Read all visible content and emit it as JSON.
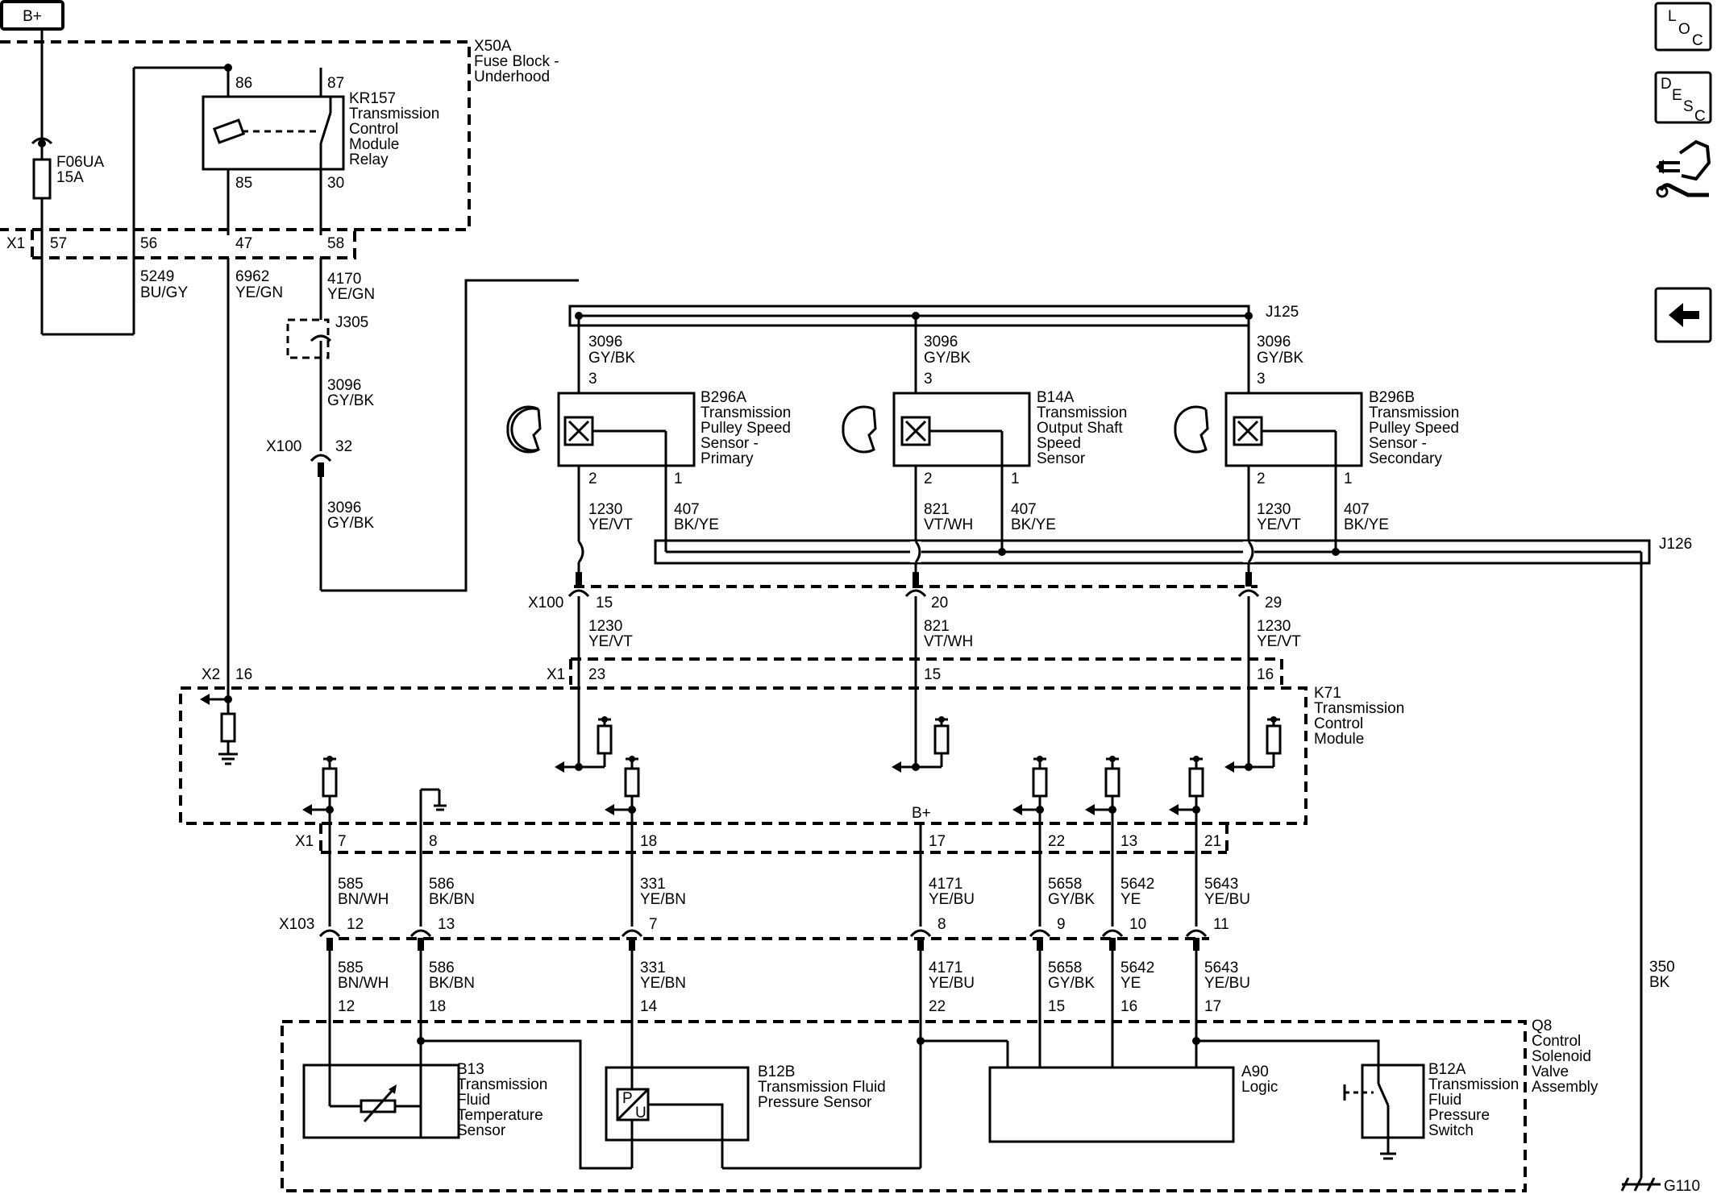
{
  "power_tag": "B+",
  "fuse_block": {
    "ref": "X50A",
    "name_lines": [
      "Fuse Block -",
      "Underhood"
    ],
    "fuse_ref": "F06UA",
    "fuse_rating": "15A",
    "relay_ref": "KR157",
    "relay_name_lines": [
      "Transmission",
      "Control",
      "Module",
      "Relay"
    ],
    "relay_pins": [
      "86",
      "87",
      "85",
      "30"
    ]
  },
  "x1_top": {
    "ref": "X1",
    "pins": [
      "57",
      "56",
      "47",
      "58"
    ]
  },
  "wires_top": [
    {
      "num": "5249",
      "color": "BU/GY"
    },
    {
      "num": "6962",
      "color": "YE/GN"
    },
    {
      "num": "4170",
      "color": "YE/GN"
    }
  ],
  "j305": "J305",
  "j305_out": {
    "num": "3096",
    "color": "GY/BK"
  },
  "x100_a": {
    "ref": "X100",
    "pin": "32"
  },
  "x100_a_out": {
    "num": "3096",
    "color": "GY/BK"
  },
  "j125": "J125",
  "j126": "J126",
  "sensors": [
    {
      "ref": "B296A",
      "name_lines": [
        "Transmission",
        "Pulley Speed",
        "Sensor -",
        "Primary"
      ],
      "in_num": "3096",
      "in_color": "GY/BK",
      "pin_top": "3",
      "pin_a": "2",
      "pin_b": "1",
      "sig_num": "1230",
      "sig_color": "YE/VT",
      "low_num": "407",
      "low_color": "BK/YE"
    },
    {
      "ref": "B14A",
      "name_lines": [
        "Transmission",
        "Output Shaft",
        "Speed",
        "Sensor"
      ],
      "in_num": "3096",
      "in_color": "GY/BK",
      "pin_top": "3",
      "pin_a": "2",
      "pin_b": "1",
      "sig_num": "821",
      "sig_color": "VT/WH",
      "low_num": "407",
      "low_color": "BK/YE"
    },
    {
      "ref": "B296B",
      "name_lines": [
        "Transmission",
        "Pulley Speed",
        "Sensor -",
        "Secondary"
      ],
      "in_num": "3096",
      "in_color": "GY/BK",
      "pin_top": "3",
      "pin_a": "2",
      "pin_b": "1",
      "sig_num": "1230",
      "sig_color": "YE/VT",
      "low_num": "407",
      "low_color": "BK/YE"
    }
  ],
  "x100_b": {
    "ref": "X100",
    "pins": [
      "15",
      "20",
      "29"
    ]
  },
  "x100_b_wires": [
    {
      "num": "1230",
      "color": "YE/VT"
    },
    {
      "num": "821",
      "color": "VT/WH"
    },
    {
      "num": "1230",
      "color": "YE/VT"
    }
  ],
  "x1_mid": {
    "ref": "X1",
    "pins": [
      "23",
      "15",
      "16"
    ]
  },
  "x2": {
    "ref": "X2",
    "pin": "16"
  },
  "tcm": {
    "ref": "K71",
    "name_lines": [
      "Transmission",
      "Control",
      "Module"
    ]
  },
  "tcm_bplus": "B+",
  "x1_low": {
    "ref": "X1",
    "pins": [
      "7",
      "8",
      "18",
      "17",
      "22",
      "13",
      "21"
    ]
  },
  "mid_wires": [
    {
      "num": "585",
      "color": "BN/WH"
    },
    {
      "num": "586",
      "color": "BK/BN"
    },
    {
      "num": "331",
      "color": "YE/BN"
    },
    {
      "num": "4171",
      "color": "YE/BU"
    },
    {
      "num": "5658",
      "color": "GY/BK"
    },
    {
      "num": "5642",
      "color": "YE"
    },
    {
      "num": "5643",
      "color": "YE/BU"
    }
  ],
  "x103": {
    "ref": "X103",
    "pins": [
      "12",
      "13",
      "7",
      "8",
      "9",
      "10",
      "11"
    ]
  },
  "low_wires": [
    {
      "num": "585",
      "color": "BN/WH",
      "pin": "12"
    },
    {
      "num": "586",
      "color": "BK/BN",
      "pin": "18"
    },
    {
      "num": "331",
      "color": "YE/BN",
      "pin": "14"
    },
    {
      "num": "4171",
      "color": "YE/BU",
      "pin": "22"
    },
    {
      "num": "5658",
      "color": "GY/BK",
      "pin": "15"
    },
    {
      "num": "5642",
      "color": "YE",
      "pin": "16"
    },
    {
      "num": "5643",
      "color": "YE/BU",
      "pin": "17"
    }
  ],
  "ground_wire": {
    "num": "350",
    "color": "BK"
  },
  "ground_ref": "G110",
  "solenoid": {
    "ref": "Q8",
    "name_lines": [
      "Control",
      "Solenoid",
      "Valve",
      "Assembly"
    ]
  },
  "b13": {
    "ref": "B13",
    "name_lines": [
      "Transmission",
      "Fluid",
      "Temperature",
      "Sensor"
    ]
  },
  "b12b": {
    "ref": "B12B",
    "name_lines": [
      "Transmission Fluid",
      "Pressure Sensor"
    ],
    "glyph_p": "P",
    "glyph_u": "U"
  },
  "a90": {
    "ref": "A90",
    "name_lines": [
      "Logic"
    ]
  },
  "b12a": {
    "ref": "B12A",
    "name_lines": [
      "Transmission",
      "Fluid",
      "Pressure",
      "Switch"
    ]
  },
  "side_buttons": {
    "loc": [
      "L",
      "O",
      "C"
    ],
    "desc": [
      "D",
      "E",
      "S",
      "C"
    ],
    "connector_icon": "connector-repair-icon",
    "back_icon": "left-arrow-icon"
  }
}
